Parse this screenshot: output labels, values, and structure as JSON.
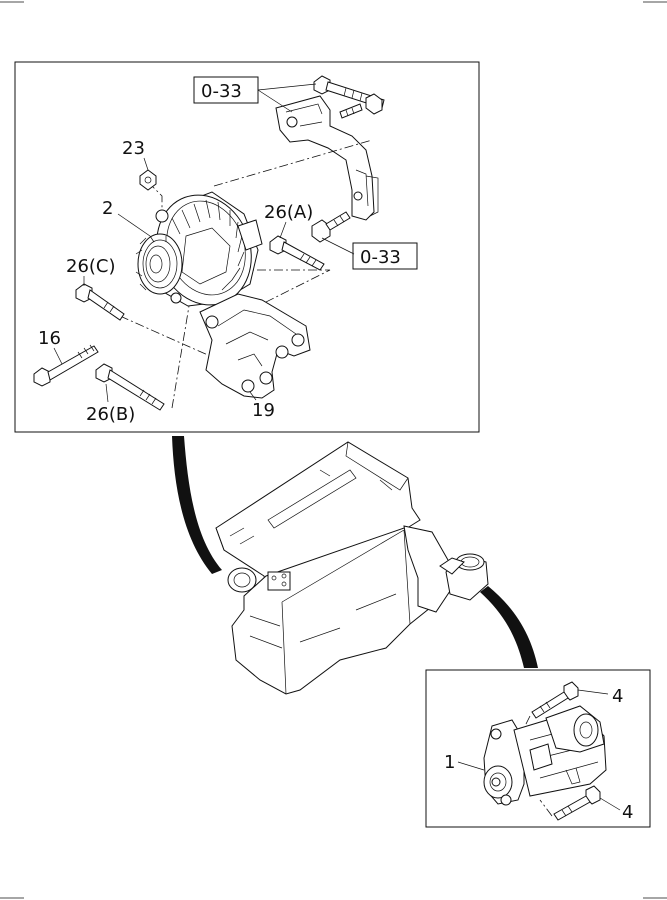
{
  "callouts": {
    "ref_top": "0-33",
    "ref_mid": "0-33",
    "part_23": "23",
    "part_2": "2",
    "part_26a": "26(A)",
    "part_26c": "26(C)",
    "part_16": "16",
    "part_26b": "26(B)",
    "part_19": "19",
    "part_1": "1",
    "part_4_top": "4",
    "part_4_bottom": "4"
  }
}
